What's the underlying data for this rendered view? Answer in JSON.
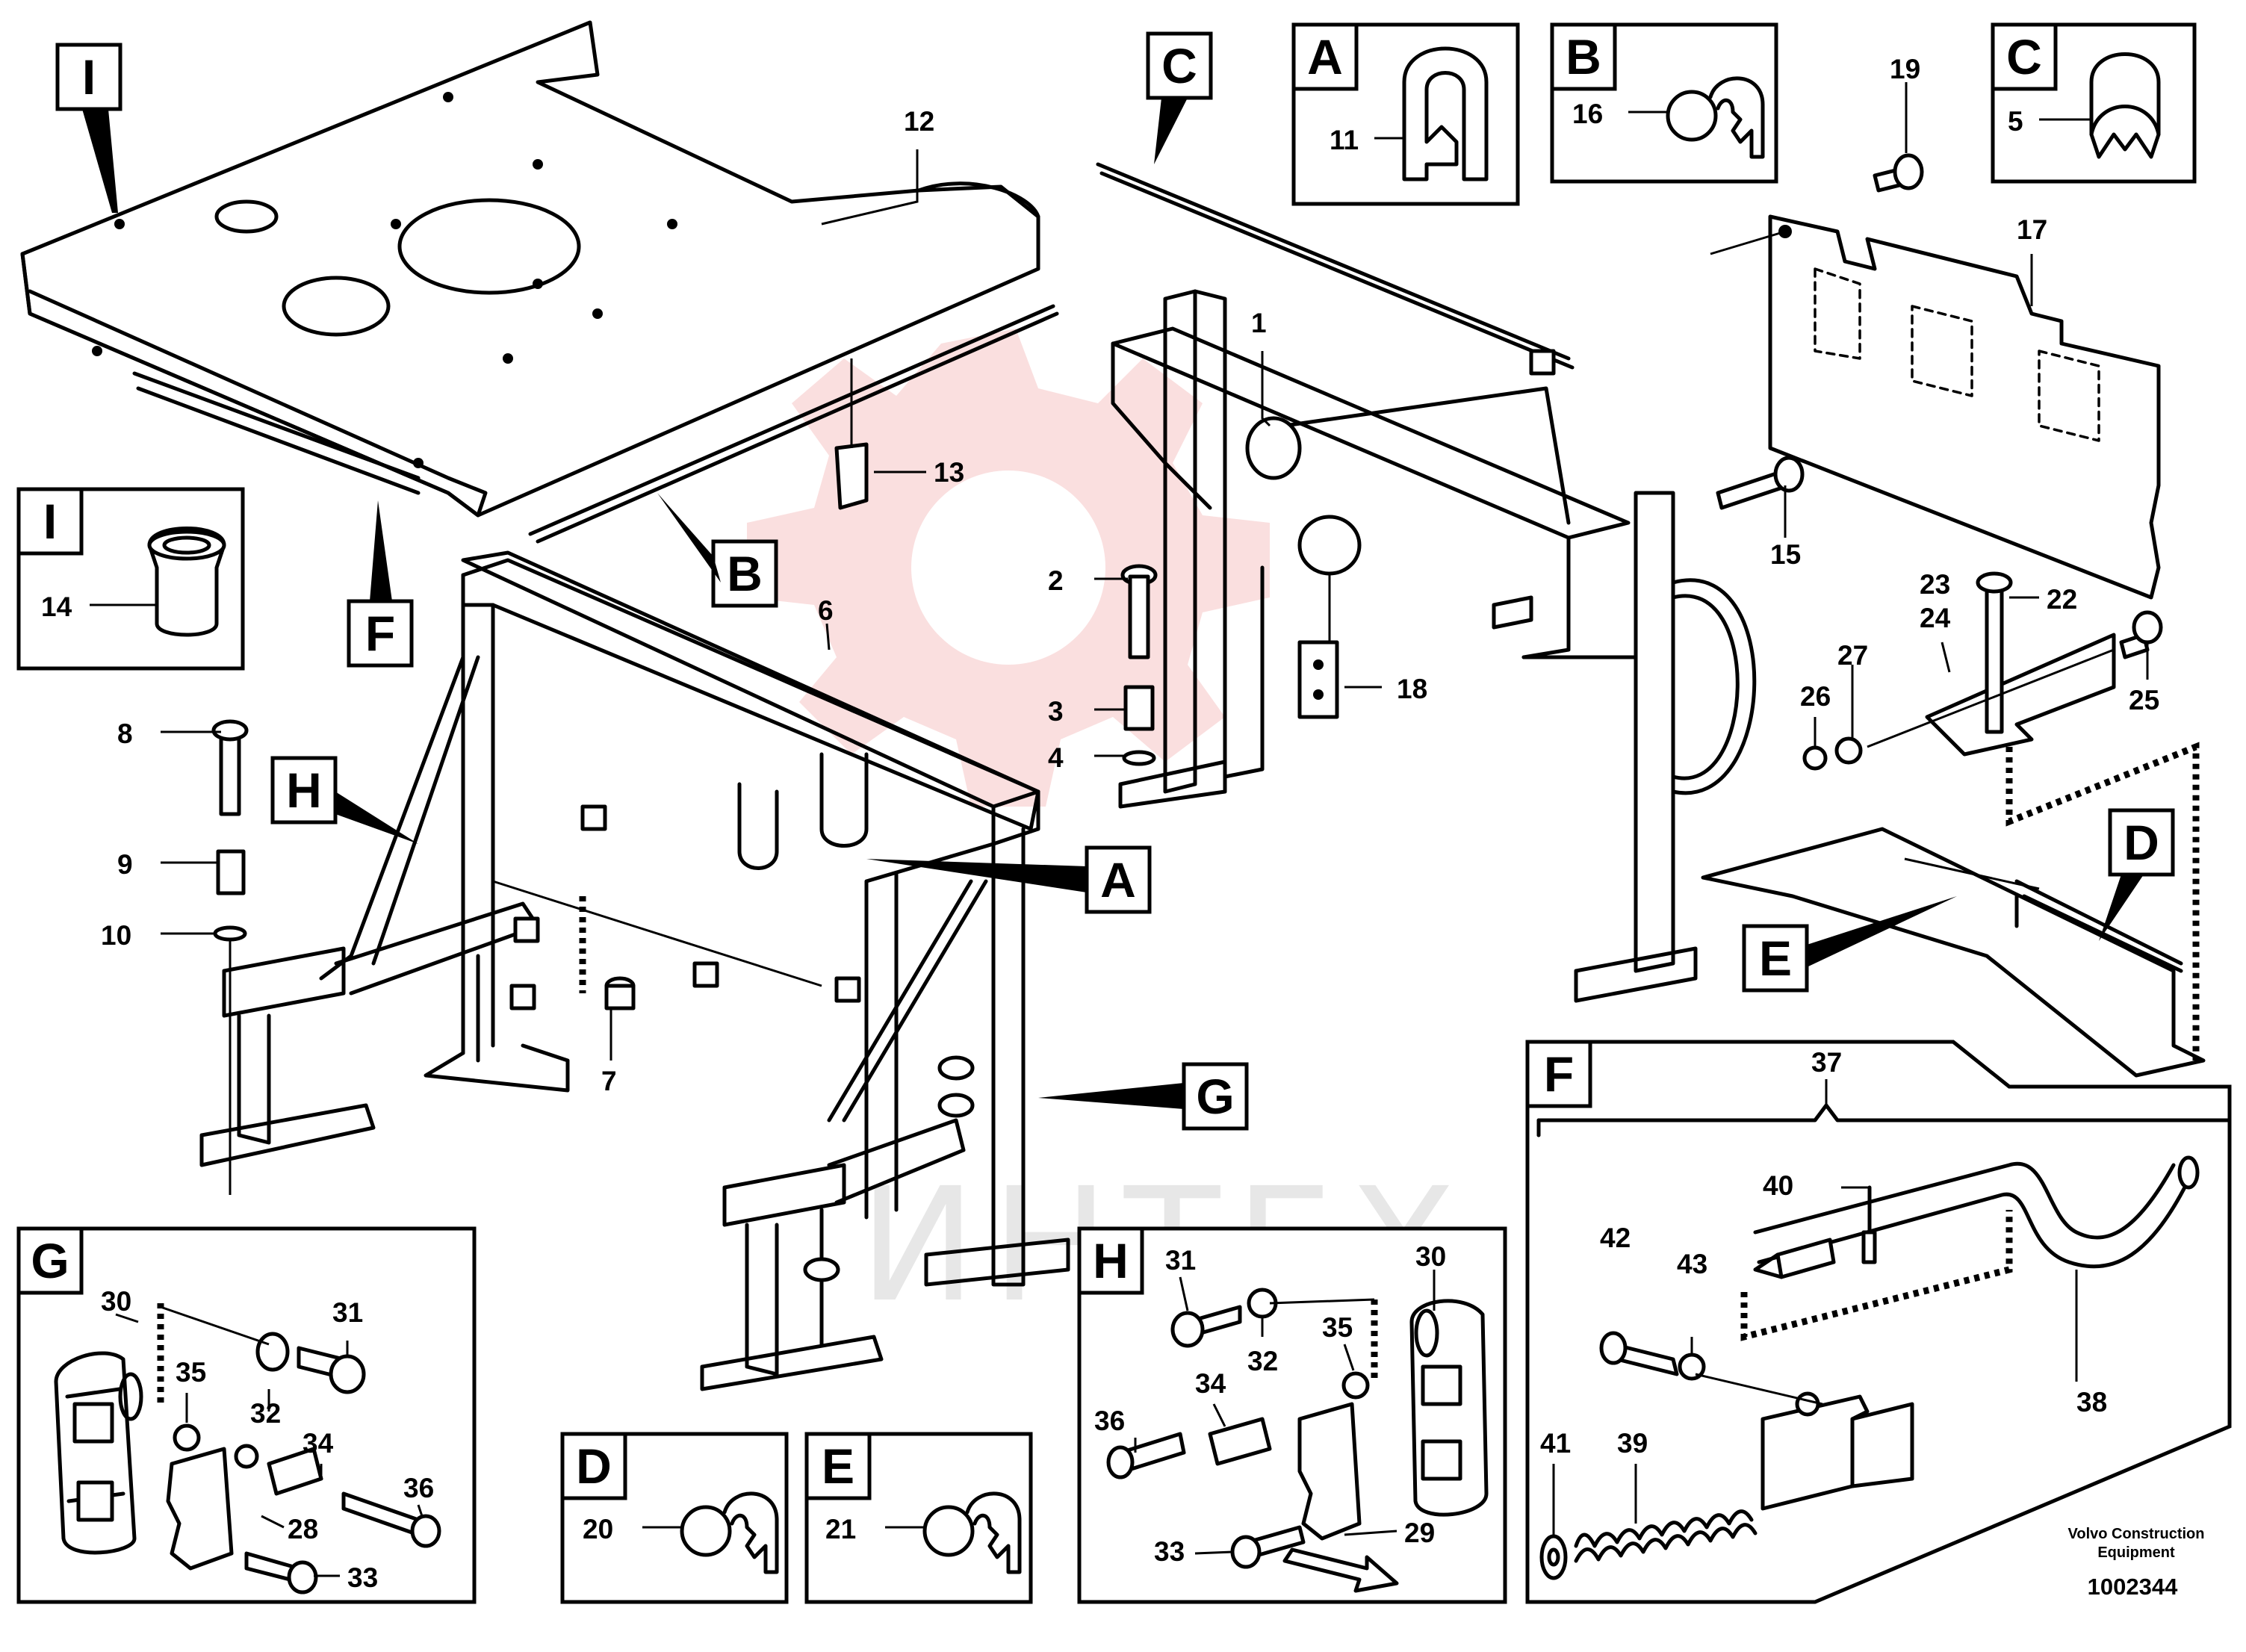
{
  "watermark": {
    "text": "ИНТЕХ",
    "color": "#f6c4c4"
  },
  "view_labels": {
    "I_main": "I",
    "I_detail": "I",
    "B_main": "B",
    "F_main": "F",
    "H_main": "H",
    "A_main": "A",
    "G_main": "G",
    "C_main": "C",
    "E_main": "E",
    "D_main": "D",
    "A_detail": "A",
    "B_detail": "B",
    "C_detail": "C",
    "D_detail": "D",
    "E_detail": "E",
    "F_detail": "F",
    "G_detail": "G",
    "H_detail": "H"
  },
  "parts": {
    "p1": "1",
    "p2": "2",
    "p3": "3",
    "p4": "4",
    "p5": "5",
    "p6": "6",
    "p7": "7",
    "p8": "8",
    "p9": "9",
    "p10": "10",
    "p11": "11",
    "p12": "12",
    "p13": "13",
    "p14": "14",
    "p15": "15",
    "p16": "16",
    "p17": "17",
    "p18": "18",
    "p19": "19",
    "p20": "20",
    "p21": "21",
    "p22": "22",
    "p23": "23",
    "p24": "24",
    "p25": "25",
    "p26": "26",
    "p27": "27",
    "p37": "37",
    "p38": "38",
    "p39": "39",
    "p40": "40",
    "p41": "41",
    "p42": "42",
    "p43": "43",
    "g30": "30",
    "g31": "31",
    "g32": "32",
    "g33": "33",
    "g34": "34",
    "g35": "35",
    "g36": "36",
    "g28": "28",
    "h30": "30",
    "h31": "31",
    "h32": "32",
    "h33": "33",
    "h34": "34",
    "h35": "35",
    "h36": "36",
    "h29": "29"
  },
  "footer": {
    "line1": "Volvo Construction",
    "line2": "Equipment",
    "number": "1002344"
  }
}
